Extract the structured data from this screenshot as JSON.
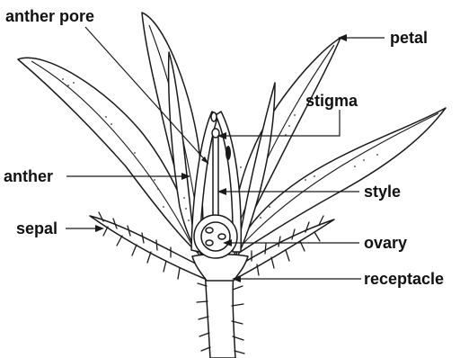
{
  "diagram": {
    "labels": {
      "anther_pore": "anther pore",
      "petal": "petal",
      "stigma": "stigma",
      "anther": "anther",
      "style": "style",
      "sepal": "sepal",
      "ovary": "ovary",
      "receptacle": "receptacle"
    }
  }
}
